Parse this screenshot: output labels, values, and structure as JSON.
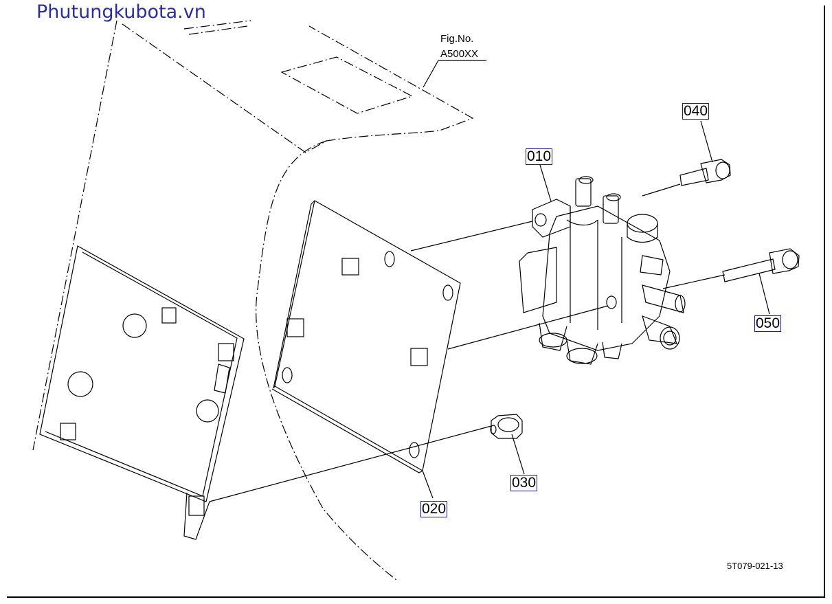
{
  "watermark": "Phutungkubota.vn",
  "figure": {
    "label": "Fig.No.",
    "number": "A500XX"
  },
  "callouts": {
    "c010": "010",
    "c020": "020",
    "c030": "030",
    "c040": "040",
    "c050": "050"
  },
  "drawing_code": "5T079-021-13",
  "colors": {
    "watermark": "#2d2d9c",
    "callout_border": "#1a1a8c",
    "line": "#000000"
  }
}
